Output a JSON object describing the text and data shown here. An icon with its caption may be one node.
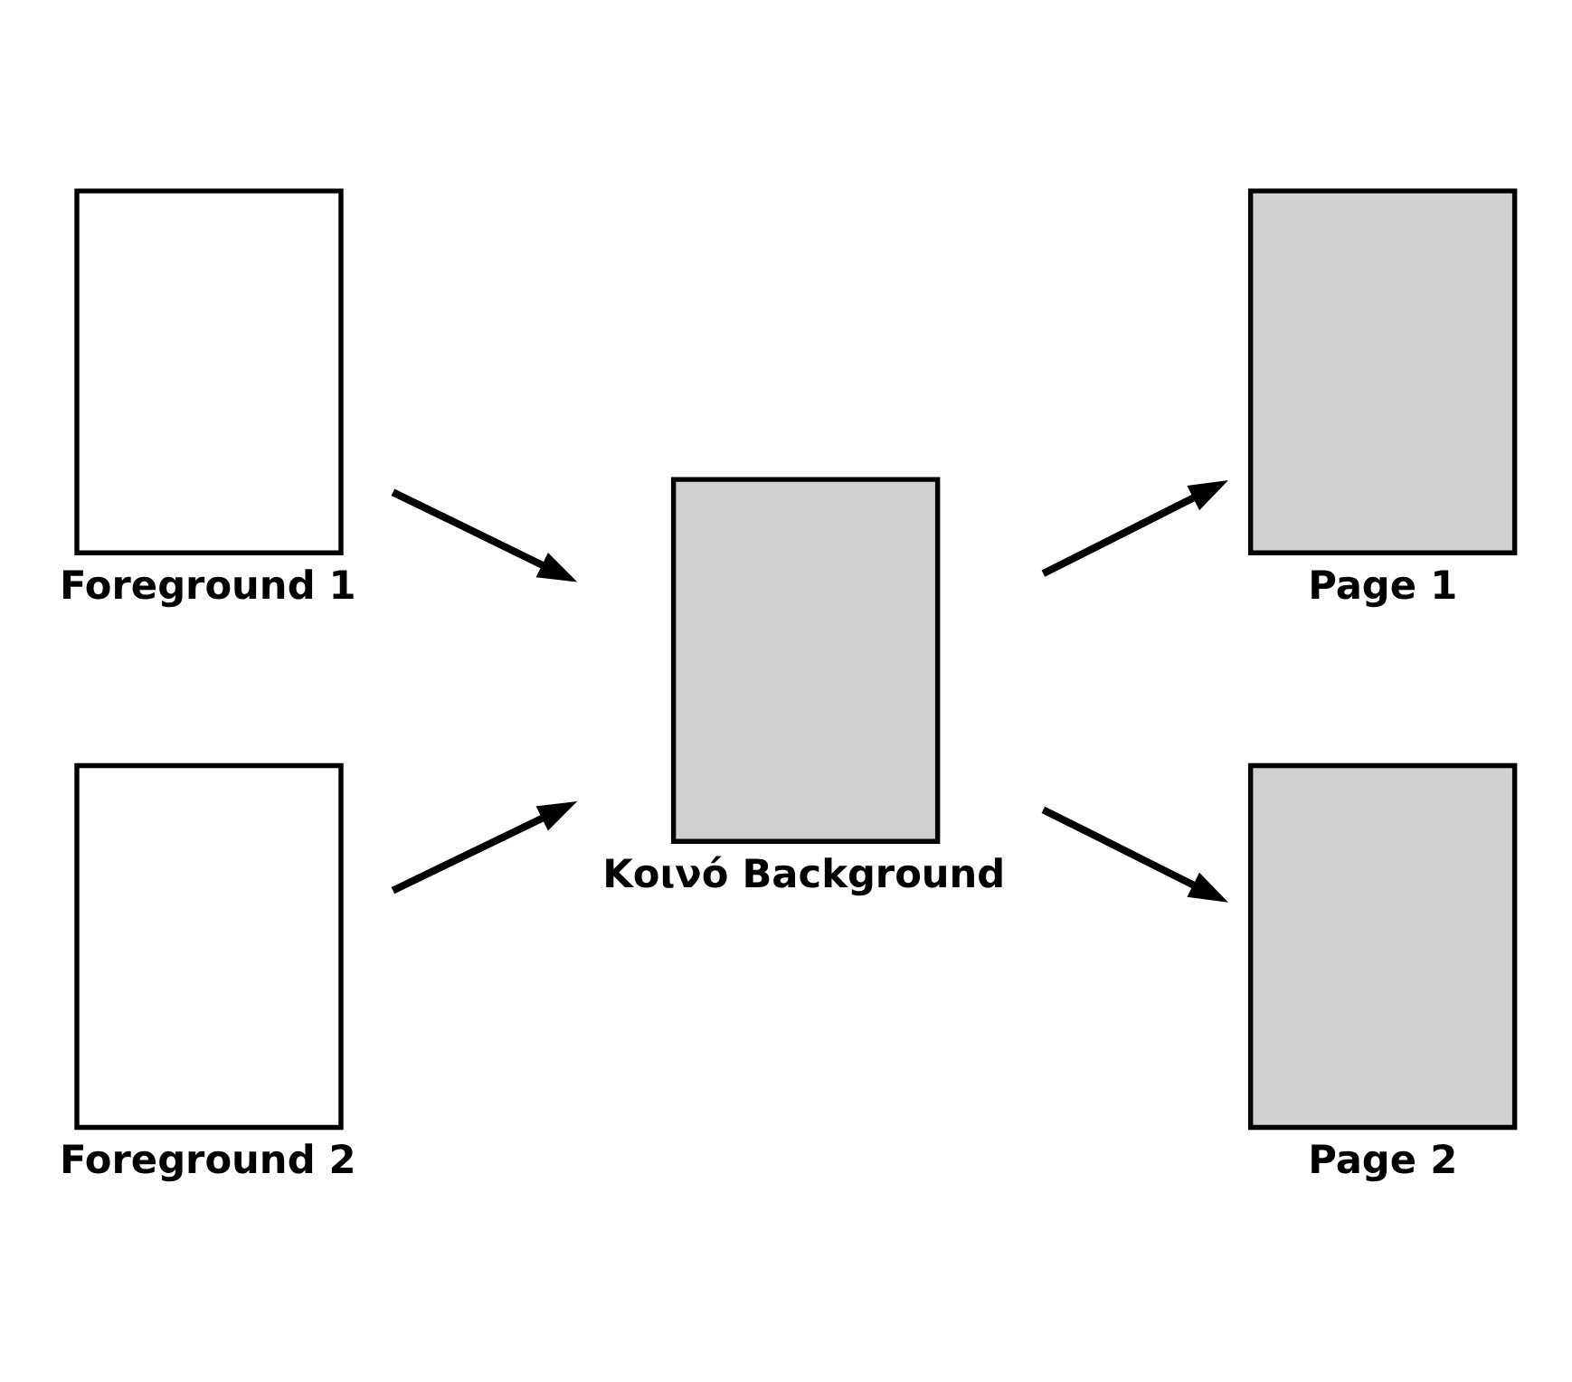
{
  "diagram": {
    "nodes": [
      {
        "text": [
          "Foreground 1"
        ]
      },
      {
        "text": [
          "Foreground 2"
        ]
      },
      {
        "text": [
          "Κοινό Background"
        ]
      },
      {
        "text": [
          "Page 1"
        ]
      },
      {
        "text": [
          "Page 2"
        ]
      }
    ],
    "edges": [
      {
        "from": 0,
        "to": 2,
        "arrow": "to"
      },
      {
        "from": 1,
        "to": 2,
        "arrow": "to"
      },
      {
        "from": 2,
        "to": 3,
        "arrow": "to"
      },
      {
        "from": 2,
        "to": 4,
        "arrow": "to"
      }
    ]
  }
}
